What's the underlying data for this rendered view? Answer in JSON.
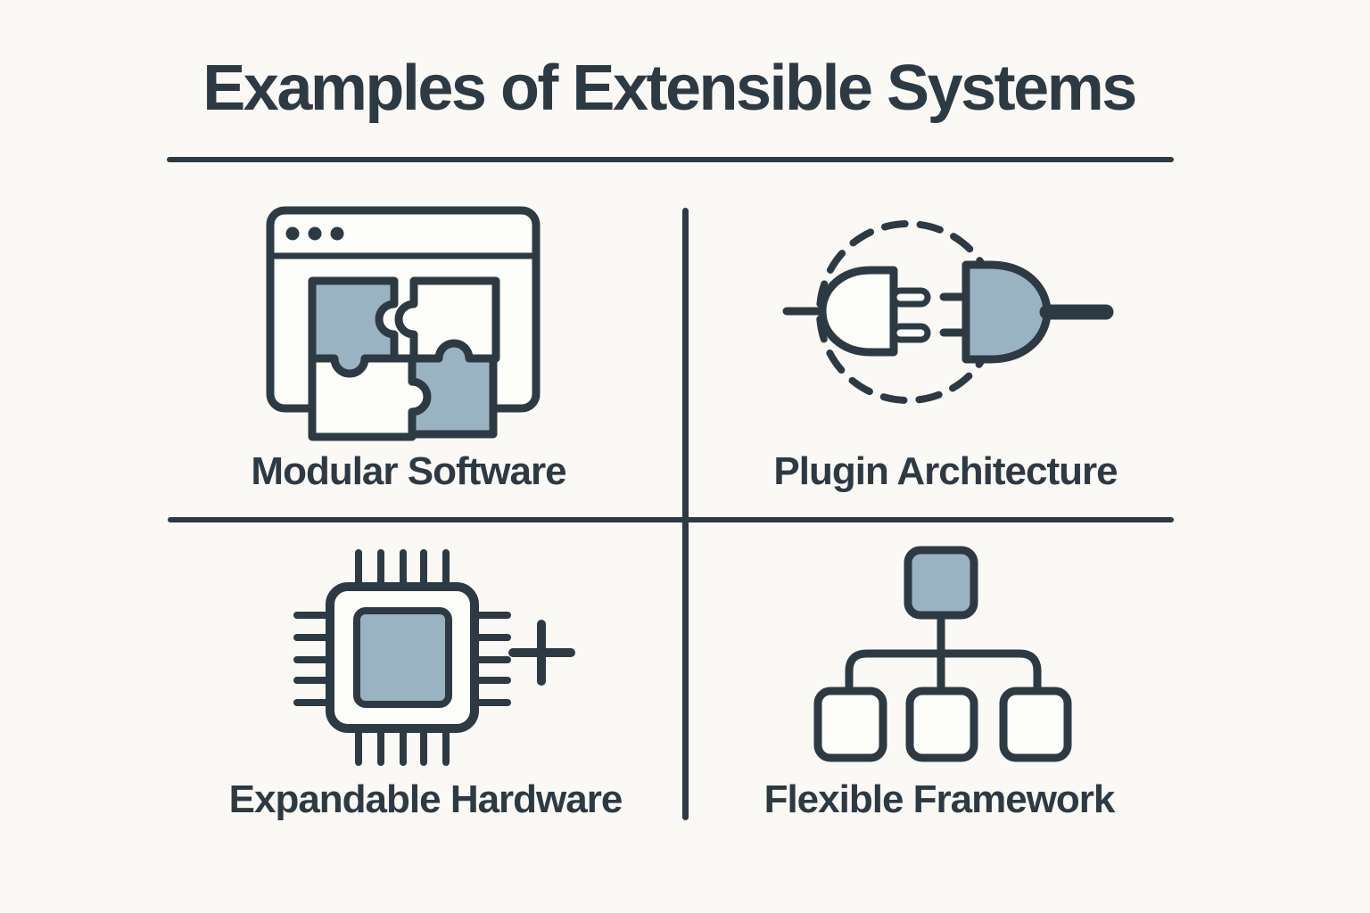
{
  "title": "Examples of Extensible Systems",
  "quadrants": [
    {
      "label": "Modular Software",
      "icon": "puzzle-browser-icon"
    },
    {
      "label": "Plugin Architecture",
      "icon": "plug-connector-icon"
    },
    {
      "label": "Expandable Hardware",
      "icon": "chip-plus-icon"
    },
    {
      "label": "Flexible Framework",
      "icon": "tree-hierarchy-icon"
    }
  ],
  "colors": {
    "background": "#faf9f5",
    "stroke_dark": "#2e3a43",
    "accent_blue": "#9ab3c2",
    "fill_white": "#fdfdfa"
  }
}
